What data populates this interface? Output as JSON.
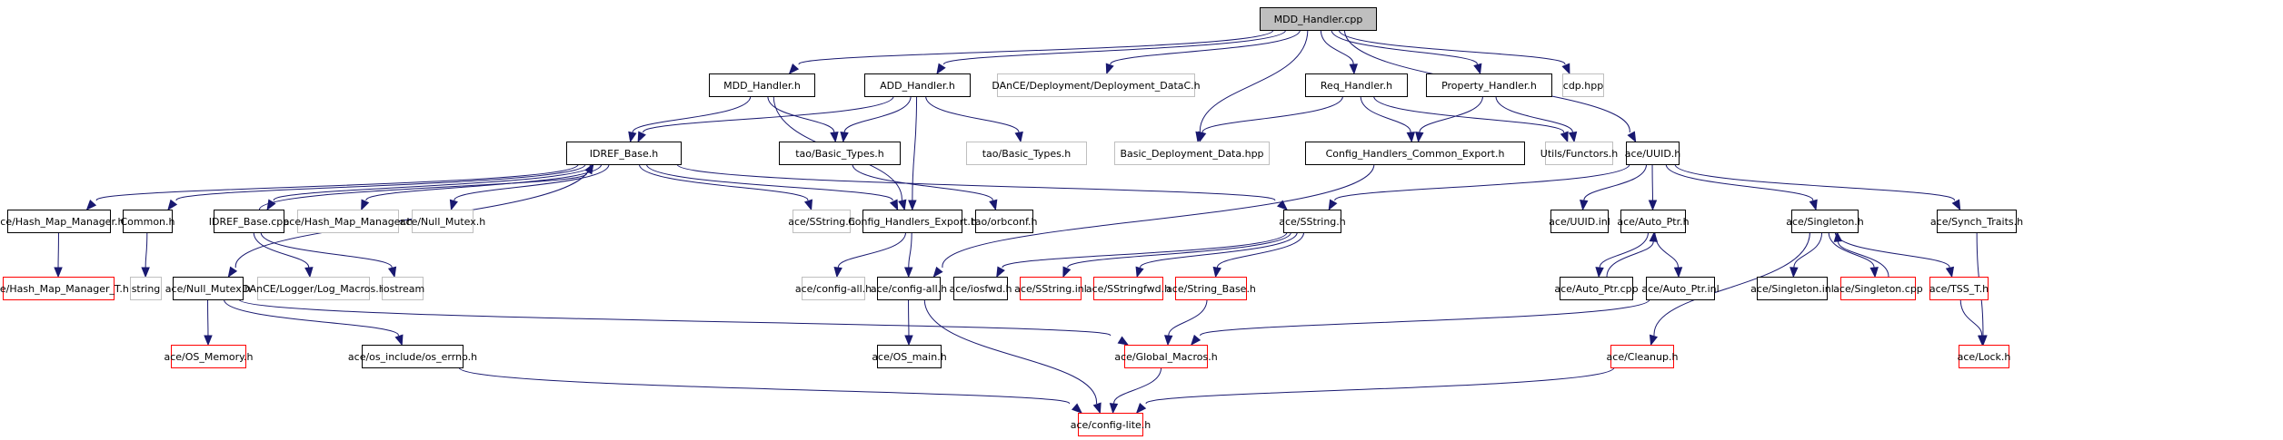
{
  "title": "MDD_Handler.cpp include dependency graph",
  "colors": {
    "edge": "#191970",
    "root_fill": "#bfbfbf",
    "documented_border": "#000000",
    "undocumented_border": "#bfbfbf",
    "truncated_border": "#ff0000",
    "node_fill": "#ffffff"
  },
  "nodes": [
    {
      "id": "root",
      "label": "MDD_Handler.cpp",
      "kind": "root"
    },
    {
      "id": "mdd_h",
      "label": "MDD_Handler.h",
      "kind": "documented"
    },
    {
      "id": "add_h",
      "label": "ADD_Handler.h",
      "kind": "documented"
    },
    {
      "id": "dep_datac",
      "label": "DAnCE/Deployment/Deployment_DataC.h",
      "kind": "undocumented"
    },
    {
      "id": "req_h",
      "label": "Req_Handler.h",
      "kind": "documented"
    },
    {
      "id": "prop_h",
      "label": "Property_Handler.h",
      "kind": "documented"
    },
    {
      "id": "cdp",
      "label": "cdp.hpp",
      "kind": "undocumented"
    },
    {
      "id": "idref_h",
      "label": "IDREF_Base.h",
      "kind": "documented"
    },
    {
      "id": "tao_bt",
      "label": "tao/Basic_Types.h",
      "kind": "documented"
    },
    {
      "id": "tao_bt2",
      "label": "tao/Basic_Types.h",
      "kind": "undocumented"
    },
    {
      "id": "bdd",
      "label": "Basic_Deployment_Data.hpp",
      "kind": "undocumented"
    },
    {
      "id": "chce",
      "label": "Config_Handlers_Common_Export.h",
      "kind": "documented"
    },
    {
      "id": "functors",
      "label": "Utils/Functors.h",
      "kind": "undocumented"
    },
    {
      "id": "uuid_h",
      "label": "ace/UUID.h",
      "kind": "documented"
    },
    {
      "id": "hmm_h",
      "label": "ace/Hash_Map_Manager.h",
      "kind": "documented"
    },
    {
      "id": "common_h",
      "label": "Common.h",
      "kind": "documented"
    },
    {
      "id": "idref_cpp",
      "label": "IDREF_Base.cpp",
      "kind": "documented"
    },
    {
      "id": "hmm_h2",
      "label": "ace/Hash_Map_Manager.h",
      "kind": "undocumented"
    },
    {
      "id": "nullmutex_h2",
      "label": "ace/Null_Mutex.h",
      "kind": "undocumented"
    },
    {
      "id": "sstring_h2",
      "label": "ace/SString.h",
      "kind": "undocumented"
    },
    {
      "id": "che",
      "label": "Config_Handlers_Export.h",
      "kind": "documented"
    },
    {
      "id": "orbconf",
      "label": "tao/orbconf.h",
      "kind": "documented"
    },
    {
      "id": "sstring_h",
      "label": "ace/SString.h",
      "kind": "documented"
    },
    {
      "id": "uuid_inl",
      "label": "ace/UUID.inl",
      "kind": "documented"
    },
    {
      "id": "autoptr_h",
      "label": "ace/Auto_Ptr.h",
      "kind": "documented"
    },
    {
      "id": "singleton_h",
      "label": "ace/Singleton.h",
      "kind": "documented"
    },
    {
      "id": "synch",
      "label": "ace/Synch_Traits.h",
      "kind": "documented"
    },
    {
      "id": "hmmt",
      "label": "ace/Hash_Map_Manager_T.h",
      "kind": "truncated"
    },
    {
      "id": "string",
      "label": "string",
      "kind": "undocumented"
    },
    {
      "id": "nullmutex_h",
      "label": "ace/Null_Mutex.h",
      "kind": "documented"
    },
    {
      "id": "logmacros",
      "label": "DAnCE/Logger/Log_Macros.h",
      "kind": "undocumented"
    },
    {
      "id": "iostream",
      "label": "iostream",
      "kind": "undocumented"
    },
    {
      "id": "configall2",
      "label": "ace/config-all.h",
      "kind": "undocumented"
    },
    {
      "id": "configall",
      "label": "ace/config-all.h",
      "kind": "documented"
    },
    {
      "id": "iosfwd",
      "label": "ace/iosfwd.h",
      "kind": "documented"
    },
    {
      "id": "sstring_inl",
      "label": "ace/SString.inl",
      "kind": "truncated"
    },
    {
      "id": "sstringfwd",
      "label": "ace/SStringfwd.h",
      "kind": "truncated"
    },
    {
      "id": "stringbase",
      "label": "ace/String_Base.h",
      "kind": "truncated"
    },
    {
      "id": "autoptr_cpp",
      "label": "ace/Auto_Ptr.cpp",
      "kind": "documented"
    },
    {
      "id": "autoptr_inl",
      "label": "ace/Auto_Ptr.inl",
      "kind": "documented"
    },
    {
      "id": "singleton_inl",
      "label": "ace/Singleton.inl",
      "kind": "documented"
    },
    {
      "id": "singleton_cpp",
      "label": "ace/Singleton.cpp",
      "kind": "truncated"
    },
    {
      "id": "tss",
      "label": "ace/TSS_T.h",
      "kind": "truncated"
    },
    {
      "id": "osmemory",
      "label": "ace/OS_Memory.h",
      "kind": "truncated"
    },
    {
      "id": "oserrno",
      "label": "ace/os_include/os_errno.h",
      "kind": "documented"
    },
    {
      "id": "osmain",
      "label": "ace/OS_main.h",
      "kind": "documented"
    },
    {
      "id": "globalmacros",
      "label": "ace/Global_Macros.h",
      "kind": "truncated"
    },
    {
      "id": "cleanup",
      "label": "ace/Cleanup.h",
      "kind": "truncated"
    },
    {
      "id": "lock",
      "label": "ace/Lock.h",
      "kind": "truncated"
    },
    {
      "id": "configlite",
      "label": "ace/config-lite.h",
      "kind": "truncated"
    }
  ],
  "edges": [
    [
      "root",
      "mdd_h"
    ],
    [
      "root",
      "add_h"
    ],
    [
      "root",
      "dep_datac"
    ],
    [
      "root",
      "bdd"
    ],
    [
      "root",
      "req_h"
    ],
    [
      "root",
      "prop_h"
    ],
    [
      "root",
      "cdp"
    ],
    [
      "root",
      "uuid_h"
    ],
    [
      "mdd_h",
      "idref_h"
    ],
    [
      "mdd_h",
      "tao_bt"
    ],
    [
      "mdd_h",
      "che"
    ],
    [
      "add_h",
      "idref_h"
    ],
    [
      "add_h",
      "tao_bt"
    ],
    [
      "add_h",
      "che"
    ],
    [
      "add_h",
      "tao_bt2"
    ],
    [
      "req_h",
      "bdd"
    ],
    [
      "req_h",
      "chce"
    ],
    [
      "req_h",
      "functors"
    ],
    [
      "prop_h",
      "chce"
    ],
    [
      "prop_h",
      "functors"
    ],
    [
      "idref_h",
      "hmm_h"
    ],
    [
      "idref_h",
      "common_h"
    ],
    [
      "idref_h",
      "idref_cpp"
    ],
    [
      "idref_h",
      "hmm_h2"
    ],
    [
      "idref_h",
      "nullmutex_h2"
    ],
    [
      "idref_h",
      "sstring_h2"
    ],
    [
      "idref_h",
      "che"
    ],
    [
      "idref_h",
      "sstring_h"
    ],
    [
      "idref_h",
      "nullmutex_h"
    ],
    [
      "idref_cpp",
      "idref_h"
    ],
    [
      "idref_cpp",
      "logmacros"
    ],
    [
      "idref_cpp",
      "iostream"
    ],
    [
      "tao_bt",
      "orbconf"
    ],
    [
      "chce",
      "configall"
    ],
    [
      "uuid_h",
      "sstring_h"
    ],
    [
      "uuid_h",
      "uuid_inl"
    ],
    [
      "uuid_h",
      "autoptr_h"
    ],
    [
      "uuid_h",
      "singleton_h"
    ],
    [
      "uuid_h",
      "synch"
    ],
    [
      "hmm_h",
      "hmmt"
    ],
    [
      "common_h",
      "string"
    ],
    [
      "che",
      "configall2"
    ],
    [
      "che",
      "configall"
    ],
    [
      "sstring_h",
      "iosfwd"
    ],
    [
      "sstring_h",
      "sstring_inl"
    ],
    [
      "sstring_h",
      "sstringfwd"
    ],
    [
      "sstring_h",
      "stringbase"
    ],
    [
      "autoptr_h",
      "autoptr_cpp"
    ],
    [
      "autoptr_cpp",
      "autoptr_h"
    ],
    [
      "autoptr_h",
      "autoptr_inl"
    ],
    [
      "singleton_h",
      "singleton_inl"
    ],
    [
      "singleton_h",
      "singleton_cpp"
    ],
    [
      "singleton_cpp",
      "singleton_h"
    ],
    [
      "singleton_h",
      "tss"
    ],
    [
      "singleton_h",
      "cleanup"
    ],
    [
      "synch",
      "lock"
    ],
    [
      "tss",
      "lock"
    ],
    [
      "nullmutex_h",
      "osmemory"
    ],
    [
      "nullmutex_h",
      "oserrno"
    ],
    [
      "nullmutex_h",
      "globalmacros"
    ],
    [
      "configall",
      "osmain"
    ],
    [
      "configall",
      "configlite"
    ],
    [
      "stringbase",
      "globalmacros"
    ],
    [
      "autoptr_inl",
      "globalmacros"
    ],
    [
      "globalmacros",
      "configlite"
    ],
    [
      "oserrno",
      "configlite"
    ],
    [
      "cleanup",
      "configlite"
    ]
  ]
}
